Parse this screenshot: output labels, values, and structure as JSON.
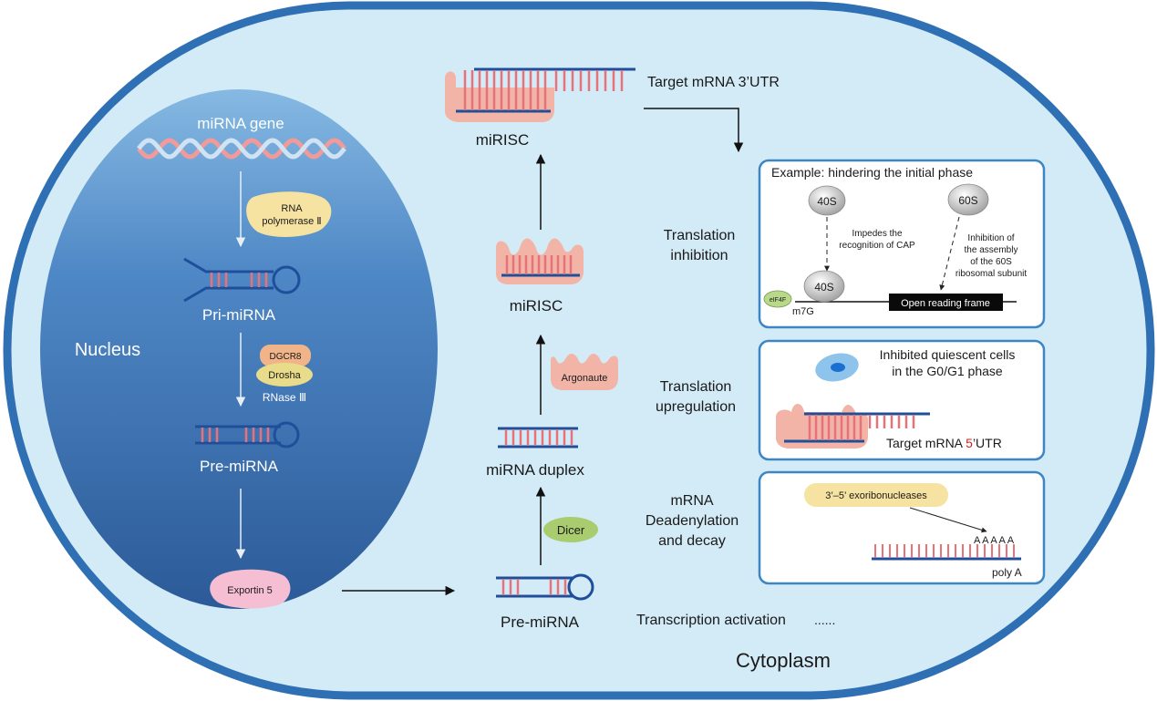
{
  "colors": {
    "cell_fill": "#d3ebf7",
    "cell_border": "#2f70b5",
    "nucleus_top": "#7eb2de",
    "nucleus_bottom": "#2e5d9c",
    "strand": "#1f4f9a",
    "rung": "#e8727a",
    "protein": "#f1b4a6",
    "enzyme_yellow": "#f7e3a1",
    "dicer": "#a8cc6e",
    "exportin": "#f6bed2",
    "dgcr8": "#f0b488",
    "drosha": "#e8dc8a"
  },
  "labels": {
    "nucleus": "Nucleus",
    "cytoplasm": "Cytoplasm",
    "mirna_gene": "miRNA gene",
    "rna_pol_line1": "RNA",
    "rna_pol_line2": "polymerase Ⅱ",
    "pri_mirna": "Pri-miRNA",
    "dgcr8": "DGCR8",
    "drosha": "Drosha",
    "rnase": "RNase Ⅲ",
    "pre_mirna_nucleus": "Pre-miRNA",
    "exportin": "Exportin 5",
    "pre_mirna_cyto": "Pre-miRNA",
    "dicer": "Dicer",
    "mirna_duplex": "miRNA duplex",
    "argonaute": "Argonaute",
    "mirisc_lower": "miRISC",
    "mirisc_upper": "miRISC",
    "target_3utr": "Target mRNA 3’UTR",
    "transcription_activation": "Transcription activation",
    "ellipsis": "......"
  },
  "panel1": {
    "side_line1": "Translation",
    "side_line2": "inhibition",
    "heading": "Example: hindering the initial phase",
    "ribo_40s_top": "40S",
    "ribo_60s": "60S",
    "ribo_40s_bottom": "40S",
    "cap_note_line1": "Impedes the",
    "cap_note_line2": "recognition of CAP",
    "assembly_line1": "Inhibition of",
    "assembly_line2": "the assembly",
    "assembly_line3": "of the 60S",
    "assembly_line4": "ribosomal subunit",
    "eif": "eIF4F",
    "m7g": "m7G",
    "orf": "Open reading frame"
  },
  "panel2": {
    "side_line1": "Translation",
    "side_line2": "upregulation",
    "quiescent_line1": "Inhibited quiescent cells",
    "quiescent_line2": "in the G0/G1 phase",
    "target_prefix": "Target mRNA ",
    "target_num": "5",
    "target_suffix": "’UTR"
  },
  "panel3": {
    "side_line1": "mRNA",
    "side_line2": "Deadenylation",
    "side_line3": "and decay",
    "exo": "3’–5’ exoribonucleases",
    "poly_a_tail": "A A A A A",
    "poly_a": "poly A"
  }
}
